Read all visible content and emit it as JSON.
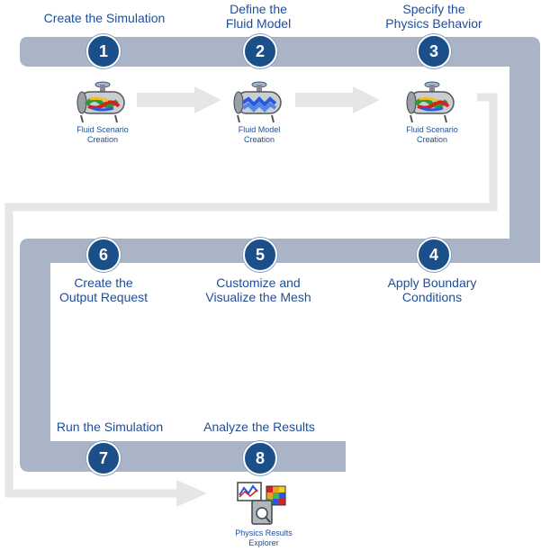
{
  "steps": [
    {
      "num": "1",
      "label": "Create the Simulation"
    },
    {
      "num": "2",
      "label": "Define the\nFluid Model"
    },
    {
      "num": "3",
      "label": "Specify the\nPhysics Behavior"
    },
    {
      "num": "4",
      "label": "Apply Boundary\nConditions"
    },
    {
      "num": "5",
      "label": "Customize and\nVisualize the Mesh"
    },
    {
      "num": "6",
      "label": "Create the\nOutput Request"
    },
    {
      "num": "7",
      "label": "Run the Simulation"
    },
    {
      "num": "8",
      "label": "Analyze the Results"
    }
  ],
  "icons": [
    {
      "name": "fluid-scenario-icon",
      "caption": "Fluid Scenario\nCreation"
    },
    {
      "name": "fluid-model-icon",
      "caption": "Fluid Model\nCreation"
    },
    {
      "name": "fluid-scenario-icon",
      "caption": "Fluid Scenario\nCreation"
    },
    {
      "name": "physics-results-explorer-icon",
      "caption": "Physics Results\nExplorer"
    }
  ],
  "colors": {
    "band": "#a9b4c6",
    "circle": "#1a4f8a",
    "text": "#1f4e96",
    "ghost_arrow": "#e6e6e6"
  }
}
